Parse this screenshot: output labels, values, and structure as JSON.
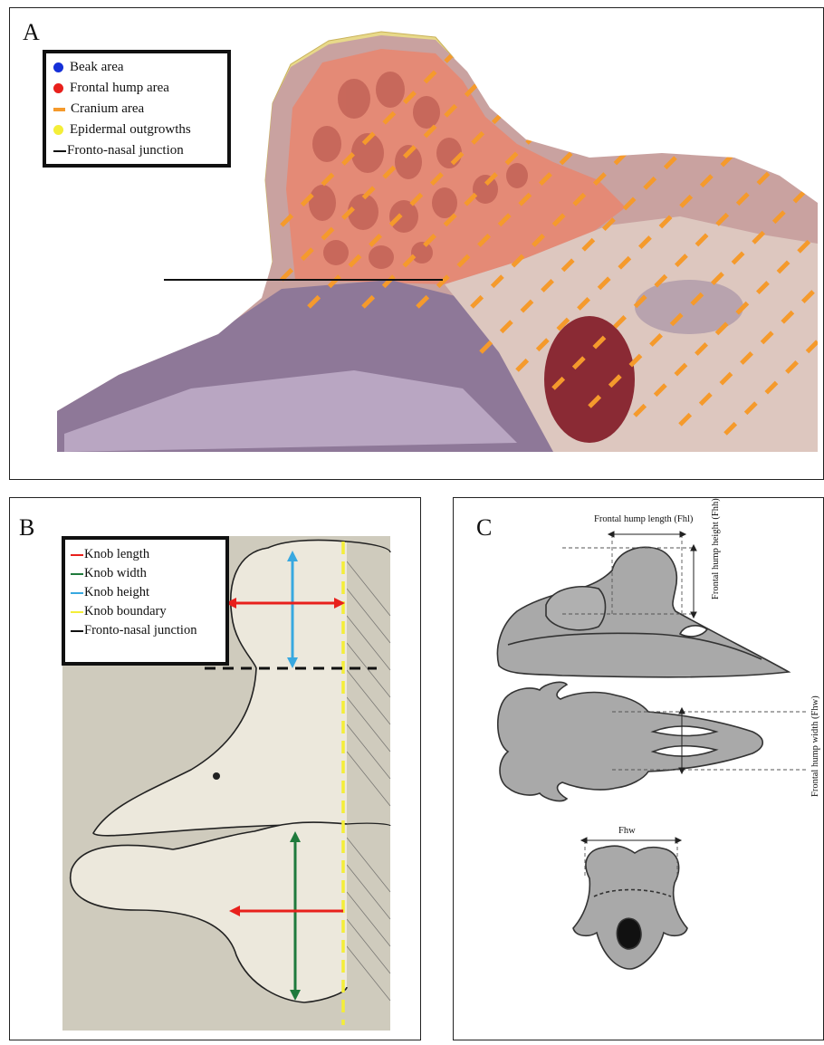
{
  "panel_a": {
    "letter": "A",
    "legend": [
      {
        "label": "Beak area",
        "marker": "dot",
        "color": "#1530d8"
      },
      {
        "label": "Frontal hump area",
        "marker": "dot",
        "color": "#e8201c"
      },
      {
        "label": "Cranium area",
        "marker": "dash",
        "color": "#f59a2c"
      },
      {
        "label": "Epidermal outgrowths",
        "marker": "dot",
        "color": "#f4ee38"
      },
      {
        "label": "Fronto-nasal junction",
        "marker": "line",
        "color": "#111111"
      }
    ]
  },
  "panel_b": {
    "letter": "B",
    "legend": [
      {
        "label": "Knob length",
        "color": "#e8201c"
      },
      {
        "label": "Knob width",
        "color": "#1f7a3c"
      },
      {
        "label": "Knob height",
        "color": "#38a8e0"
      },
      {
        "label": "Knob boundary",
        "color": "#f4ee38"
      },
      {
        "label": "Fronto-nasal junction",
        "color": "#111111"
      }
    ]
  },
  "panel_c": {
    "letter": "C",
    "fhl_label": "Frontal hump length (Fhl)",
    "fhh_label": "Frontal hump height (Fhh)",
    "fhw_side_label": "Frontal hump width (Fhw)",
    "fhw_label": "Fhw"
  }
}
